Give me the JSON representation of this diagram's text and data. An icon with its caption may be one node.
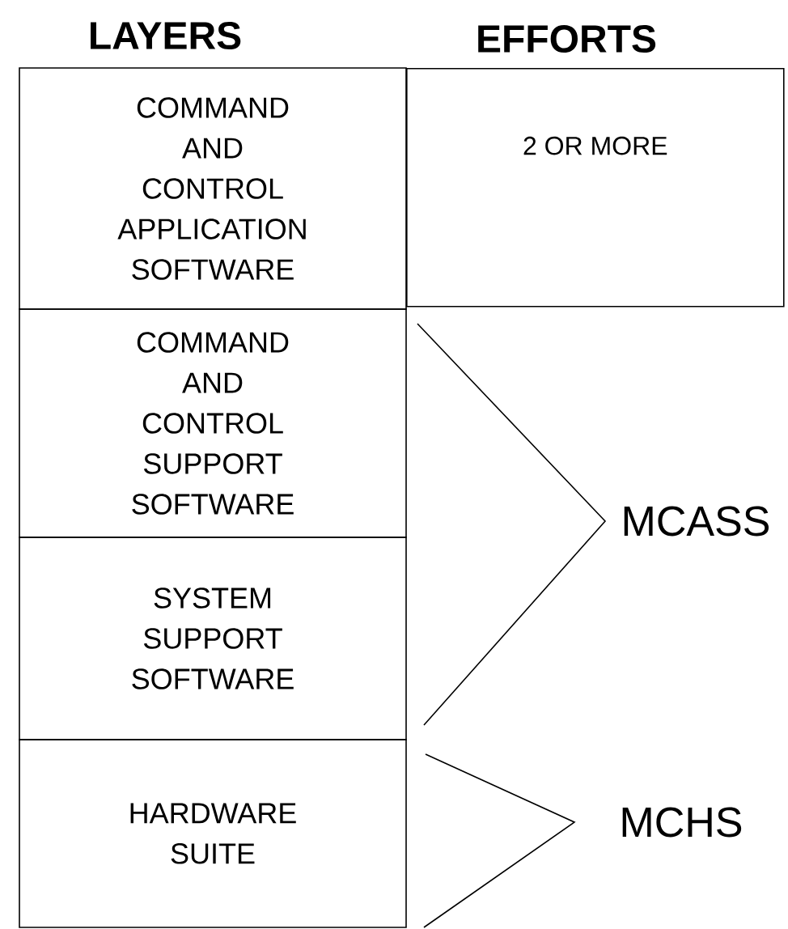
{
  "diagram": {
    "nodes": [
      {
        "text": [
          "COMMAND AND CONTROL APPLICATION SOFTWARE"
        ]
      },
      {
        "text": [
          "COMMAND AND CONTROL SUPPORT SOFTWARE"
        ]
      },
      {
        "text": [
          "SYSTEM SUPPORT SOFTWARE"
        ]
      },
      {
        "text": [
          "HARDWARE SUITE"
        ]
      },
      {
        "text": [
          "2 OR MORE"
        ]
      }
    ],
    "labels": [
      "LAYERS",
      "EFFORTS",
      "MCASS",
      "MCHS"
    ]
  }
}
